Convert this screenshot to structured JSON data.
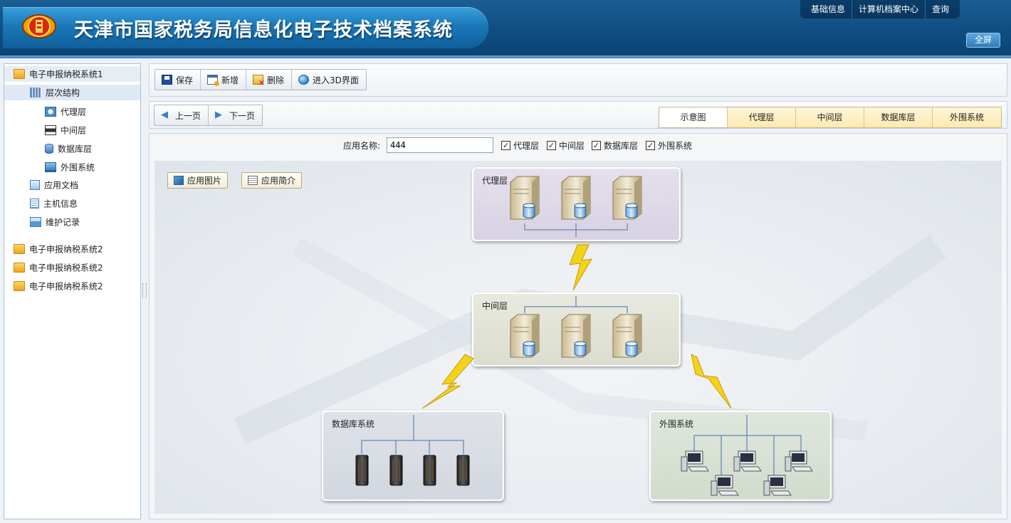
{
  "header": {
    "title": "天津市国家税务局信息化电子技术档案系统",
    "nav": [
      "基础信息",
      "计算机档案中心",
      "查询"
    ],
    "fullscreen_label": "全屏"
  },
  "sidebar": {
    "items": [
      {
        "label": "电子申报纳税系统1",
        "icon": "folder-icon"
      },
      {
        "label": "层次结构",
        "icon": "grid-icon"
      },
      {
        "label": "代理层",
        "icon": "proxy-icon"
      },
      {
        "label": "中间层",
        "icon": "middleware-icon"
      },
      {
        "label": "数据库层",
        "icon": "database-icon"
      },
      {
        "label": "外围系统",
        "icon": "monitor-icon"
      },
      {
        "label": "应用文档",
        "icon": "document-icon"
      },
      {
        "label": "主机信息",
        "icon": "host-icon"
      },
      {
        "label": "维护记录",
        "icon": "record-icon"
      },
      {
        "label": "电子申报纳税系统2",
        "icon": "folder-icon"
      },
      {
        "label": "电子申报纳税系统2",
        "icon": "folder-icon"
      },
      {
        "label": "电子申报纳税系统2",
        "icon": "folder-icon"
      }
    ]
  },
  "toolbar": {
    "save": "保存",
    "add": "新增",
    "delete": "删除",
    "enter_3d": "进入3D界面"
  },
  "pager": {
    "prev": "上一页",
    "next": "下一页"
  },
  "tabs": [
    "示意图",
    "代理层",
    "中间层",
    "数据库层",
    "外围系统"
  ],
  "filter": {
    "app_name_label": "应用名称:",
    "app_name_value": "444",
    "checks": [
      {
        "label": "代理层",
        "checked": true
      },
      {
        "label": "中间层",
        "checked": true
      },
      {
        "label": "数据库层",
        "checked": true
      },
      {
        "label": "外围系统",
        "checked": true
      }
    ]
  },
  "canvas": {
    "app_image_btn": "应用图片",
    "app_intro_btn": "应用简介",
    "nodes": {
      "proxy": "代理层",
      "middle": "中间层",
      "database": "数据库系统",
      "external": "外围系统"
    }
  },
  "colors": {
    "header_blue": "#0f4d80",
    "banner_blue": "#1a78b9",
    "tab_bg": "#fde9b0",
    "proxy_bg": "#ddd8e6",
    "middle_bg": "#e3e4d8",
    "db_bg": "#d9dde4",
    "external_bg": "#d8e2d6",
    "lightning": "#f5d21a"
  }
}
